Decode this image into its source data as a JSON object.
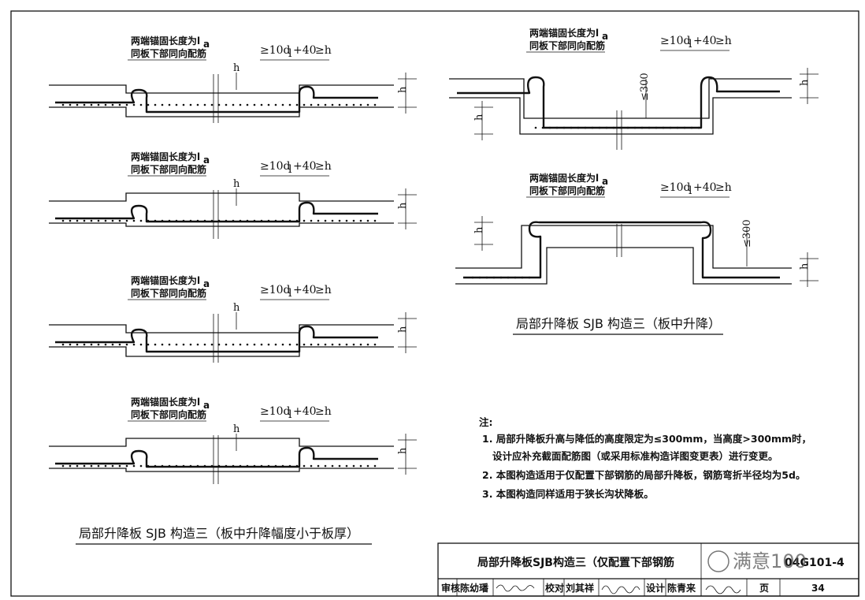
{
  "sections": {
    "row_label_1": "两端锚固长度为l",
    "row_label_sub": "a",
    "row_label_2": "同板下部同向配筋",
    "dim_lap": "≥10d",
    "dim_lap_sub": "l",
    "dim_plus": "+40",
    "dim_h_ge": "≥h",
    "dim_h": "h",
    "dim_300": "≤300"
  },
  "captions": {
    "left": "局部升降板 SJB 构造三（板中升降幅度小于板厚）",
    "right": "局部升降板 SJB 构造三（板中升降）"
  },
  "notes": {
    "title": "注:",
    "items": [
      "1. 局部升降板升高与降低的高度限定为≤300mm，当高度>300mm时，",
      "   设计应补充截面配筋图（或采用标准构造详图变更表）进行变更。",
      "2. 本图构造适用于仅配置下部钢筋的局部升降板，钢筋弯折半径均为5d。",
      "3. 本图构造同样适用于狭长沟状降板。"
    ]
  },
  "title_block": {
    "title": "局部升降板SJB构造三（仅配置下部钢筋",
    "atlas_no": "04G101-4",
    "review_label": "审核",
    "review_name": "陈幼璠",
    "check_label": "校对",
    "check_name": "刘其祥",
    "design_label": "设计",
    "design_name": "陈青来",
    "page_label": "页",
    "page_no": "34"
  },
  "watermark": "满意100"
}
